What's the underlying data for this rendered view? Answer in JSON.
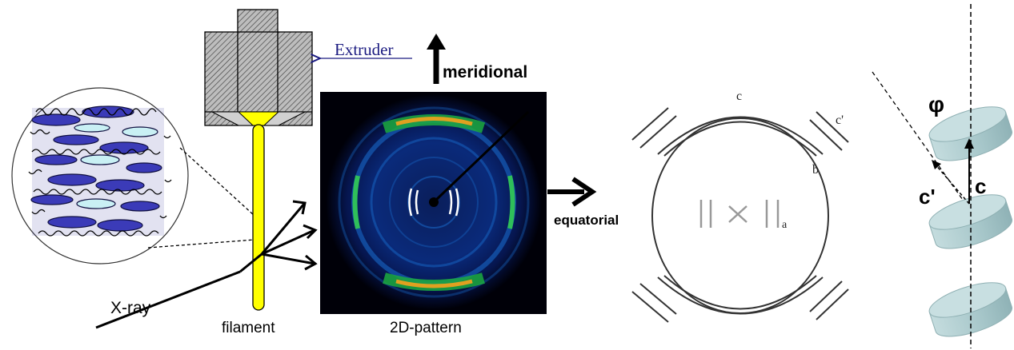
{
  "labels": {
    "extruder": "Extruder",
    "meridional": "meridional",
    "equatorial": "equatorial",
    "xray": "X-ray",
    "filament": "filament",
    "pattern": "2D-pattern",
    "ring_c": "c",
    "ring_c_prime": "c'",
    "ring_b": "b",
    "ring_a": "a",
    "phi": "φ",
    "vec_c": "c",
    "vec_c_prime": "c'"
  },
  "colors": {
    "extruder_label": "#1a1a80",
    "filament": "#ffff00",
    "disc_fill": "#a9c9cc",
    "pattern_bg": "#000008",
    "diffraction_ring": "#1a6fd1",
    "diffraction_arc": "#e0a020"
  }
}
